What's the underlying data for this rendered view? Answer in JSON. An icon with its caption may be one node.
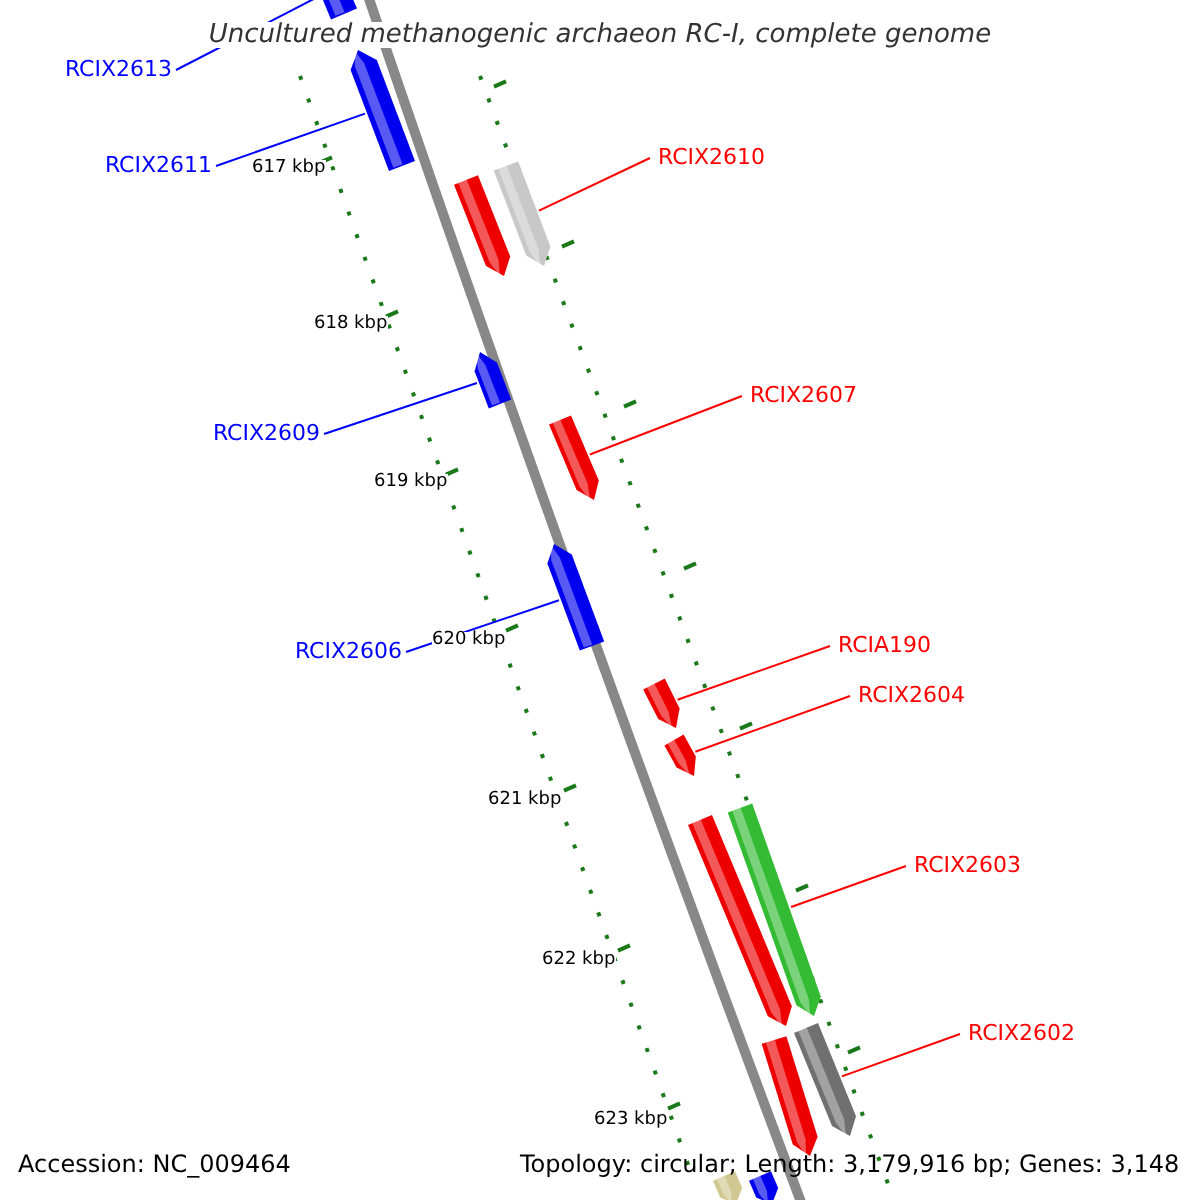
{
  "diagram": {
    "title": "Uncultured methanogenic archaeon RC-I, complete genome",
    "nodes": [
      {
        "text": [
          "RCIX2613"
        ]
      },
      {
        "text": [],
        "shape": "bar"
      },
      {
        "text": [
          "RCIX2611"
        ]
      },
      {
        "text": [],
        "shape": "bar"
      },
      {
        "text": [
          "RCIX2610"
        ]
      },
      {
        "text": [],
        "shape": "bar"
      },
      {
        "text": [
          "RCIX2609"
        ]
      },
      {
        "text": [],
        "shape": "bar"
      },
      {
        "text": [
          "RCIX2607"
        ]
      },
      {
        "text": [],
        "shape": "bar"
      },
      {
        "text": [
          "RCIX2606"
        ]
      },
      {
        "text": [],
        "shape": "bar"
      },
      {
        "text": [
          "RCIA190"
        ]
      },
      {
        "text": [],
        "shape": "bar"
      },
      {
        "text": [
          "RCIX2604"
        ]
      },
      {
        "text": [],
        "shape": "bar"
      },
      {
        "text": [
          "RCIX2603"
        ]
      },
      {
        "text": [],
        "shape": "bar"
      },
      {
        "text": [
          "RCIX2602"
        ]
      },
      {
        "text": [],
        "shape": "bar"
      }
    ],
    "edges": [
      {
        "from": 0,
        "to": 1,
        "arrow": "none",
        "color": "#0000ff"
      },
      {
        "from": 2,
        "to": 3,
        "arrow": "none",
        "color": "#0000ff"
      },
      {
        "from": 4,
        "to": 5,
        "arrow": "none",
        "color": "#ff0000"
      },
      {
        "from": 6,
        "to": 7,
        "arrow": "none",
        "color": "#0000ff"
      },
      {
        "from": 8,
        "to": 9,
        "arrow": "none",
        "color": "#ff0000"
      },
      {
        "from": 10,
        "to": 11,
        "arrow": "none",
        "color": "#0000ff"
      },
      {
        "from": 12,
        "to": 13,
        "arrow": "none",
        "color": "#ff0000"
      },
      {
        "from": 14,
        "to": 15,
        "arrow": "none",
        "color": "#ff0000"
      },
      {
        "from": 16,
        "to": 17,
        "arrow": "none",
        "color": "#ff0000"
      },
      {
        "from": 18,
        "to": 19,
        "arrow": "none",
        "color": "#ff0000"
      }
    ],
    "labels": [
      "617 kbp",
      "618 kbp",
      "619 kbp",
      "620 kbp",
      "621 kbp",
      "622 kbp",
      "623 kbp",
      "Accession: NC_009464",
      "Topology: circular; Length: 3,179,916 bp; Genes: 3,148"
    ]
  }
}
